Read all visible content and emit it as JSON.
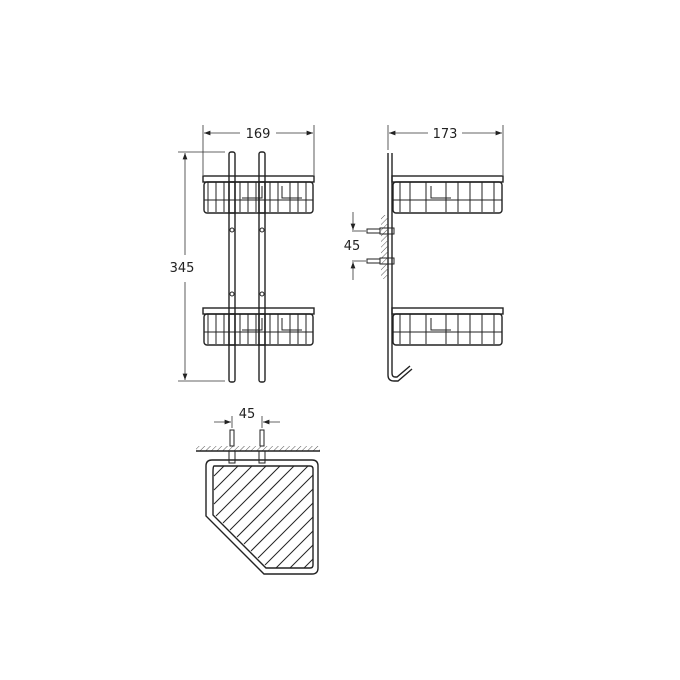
{
  "dimensions": {
    "front_width": "169",
    "side_depth": "173",
    "total_height": "345",
    "side_screw_spacing": "45",
    "top_screw_spacing": "45"
  }
}
